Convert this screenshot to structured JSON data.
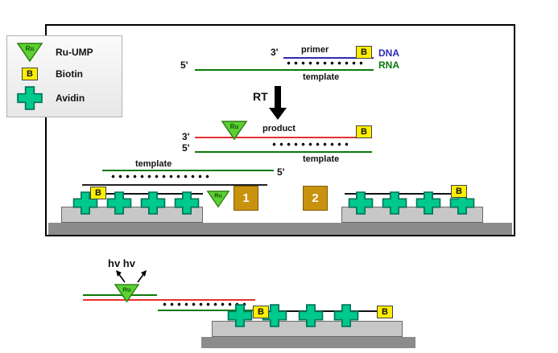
{
  "legend": {
    "items": [
      {
        "label": "Ru-UMP"
      },
      {
        "label": "Biotin"
      },
      {
        "label": "Avidin"
      }
    ]
  },
  "glyphs": {
    "ru": "Ru",
    "biotin": "B"
  },
  "labels": {
    "three_prime": "3'",
    "five_prime": "5'",
    "primer": "primer",
    "template": "template",
    "product": "product",
    "dna": "DNA",
    "rna": "RNA",
    "rt": "RT",
    "hv": "hv hv",
    "electrode1": "1",
    "electrode2": "2"
  },
  "colors": {
    "dna_blue": "#2b2bb4",
    "rna_green": "#0a7a0a",
    "product_red": "#e63030",
    "biotin_yellow": "#ffee00",
    "avidin_teal": "#00c98c",
    "ru_green": "#5bd132",
    "electrode_gold": "#c9920e",
    "surface_gray": "#c7c7c7",
    "base_gray": "#8c8c8c"
  }
}
